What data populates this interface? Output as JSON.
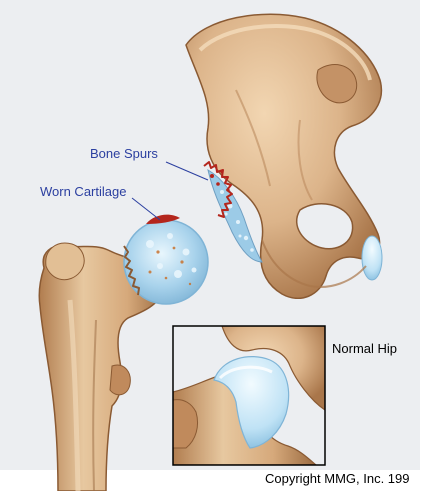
{
  "labels": {
    "bone_spurs": "Bone Spurs",
    "worn_cartilage": "Worn Cartilage",
    "normal_hip": "Normal Hip",
    "copyright": "Copyright MMG, Inc. 199"
  },
  "colors": {
    "background_panel": "#eceef1",
    "bone": "#dcb48a",
    "bone_shadow": "#b17d4f",
    "bone_dark": "#8a5a33",
    "cartilage": "#a9d3ec",
    "cartilage_light": "#dff1fb",
    "damage_red": "#b4261d",
    "label_blue": "#2b3fa0",
    "label_black": "#000000",
    "inset_border": "#000000"
  }
}
